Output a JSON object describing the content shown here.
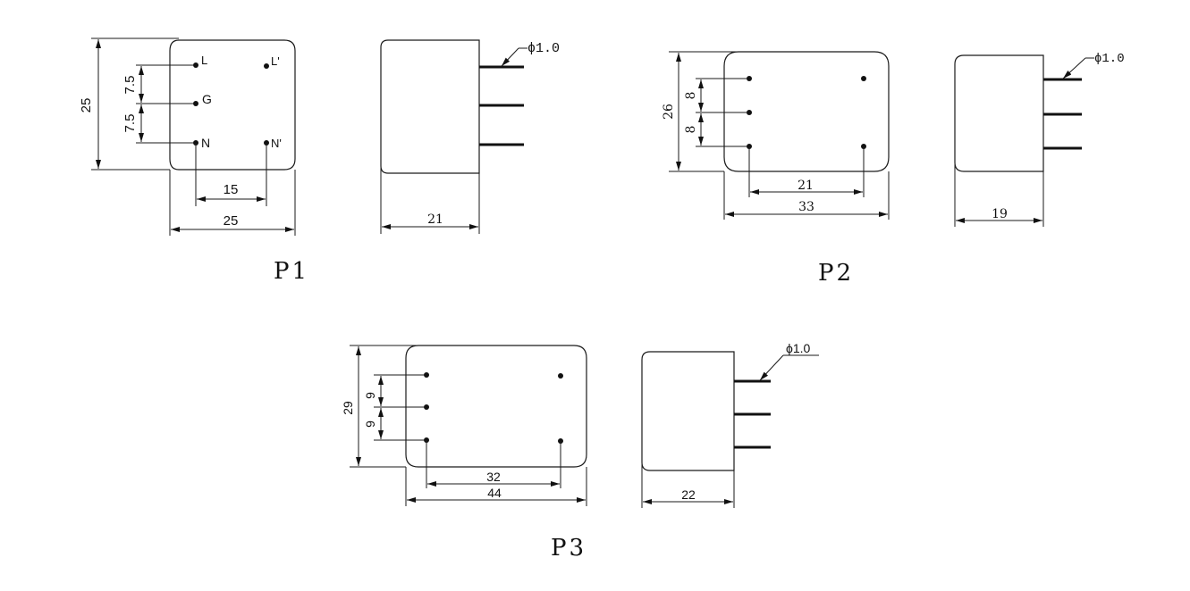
{
  "p1": {
    "caption": "P1",
    "front": {
      "height": "25",
      "pitch_top": "7.5",
      "pitch_bottom": "7.5",
      "pin_spacing": "15",
      "width": "25",
      "labels": {
        "l": "L",
        "l_prime": "L'",
        "g": "G",
        "n": "N",
        "n_prime": "N'"
      }
    },
    "side": {
      "depth": "21",
      "pin_diameter": "ϕ1.0"
    }
  },
  "p2": {
    "caption": "P2",
    "front": {
      "height": "26",
      "pitch_top": "8",
      "pitch_bottom": "8",
      "pin_spacing": "21",
      "width": "33"
    },
    "side": {
      "depth": "19",
      "pin_diameter": "ϕ1.0"
    }
  },
  "p3": {
    "caption": "P3",
    "front": {
      "height": "29",
      "pitch_top": "9",
      "pitch_bottom": "9",
      "pin_spacing": "32",
      "width": "44"
    },
    "side": {
      "depth": "22",
      "pin_diameter": "ϕ1.0"
    }
  }
}
